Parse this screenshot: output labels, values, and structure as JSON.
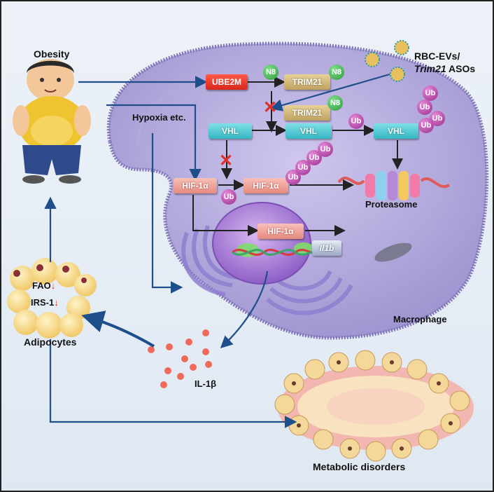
{
  "labels": {
    "obesity": "Obesity",
    "rbc_evs": "RBC-EVs/",
    "trim21_asos_italic": "Trim21",
    "trim21_asos_rest": " ASOs",
    "hypoxia": "Hypoxia etc.",
    "proteasome": "Proteasome",
    "macrophage": "Macrophage",
    "adipocytes": "Adipocytes",
    "il1b_secreted": "IL-1β",
    "metabolic_disorders": "Metabolic disorders",
    "fao": "FAO",
    "irs1": "IRS-1",
    "down_arrow": "↓"
  },
  "proteins": {
    "ube2m": "UBE2M",
    "trim21_top": "TRIM21",
    "trim21_mid": "TRIM21",
    "vhl_left": "VHL",
    "vhl_mid": "VHL",
    "vhl_right": "VHL",
    "hif_left": "HIF-1α",
    "hif_mid": "HIF-1α",
    "hif_nuc": "HIF-1α",
    "il1b_gene": "Il1b"
  },
  "tags": {
    "n8": "N8",
    "ub": "Ub",
    "blocked": "✕"
  },
  "colors": {
    "arrow_blue": "#1f4f8a",
    "cell_purple": "#a89fd6",
    "block_red": "#e0302a",
    "il1b_dot": "#f06a5a"
  }
}
